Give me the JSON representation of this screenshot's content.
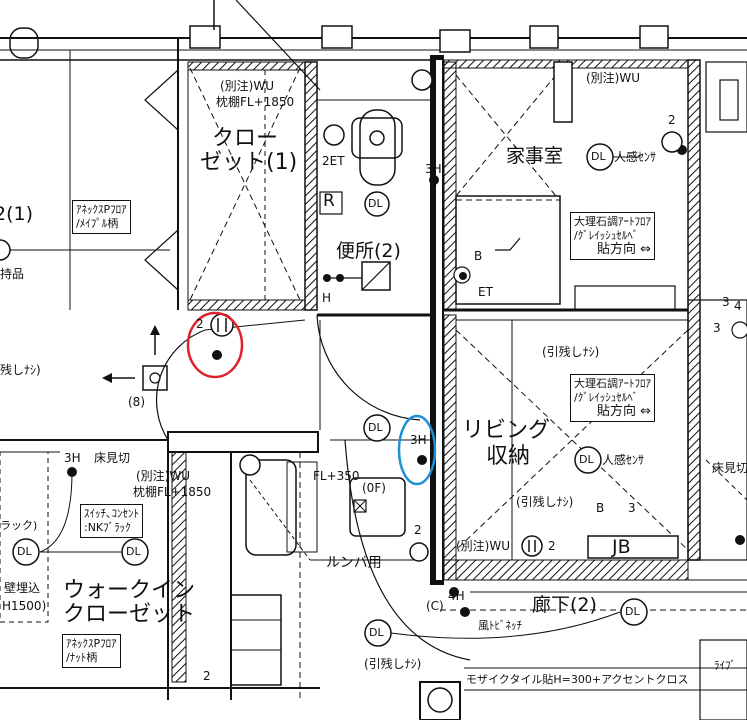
{
  "rooms": {
    "closet1": [
      "クロー",
      "ゼット(1)"
    ],
    "toilet2": "便所(2)",
    "housework": "家事室",
    "living_storage": [
      "リビング",
      "収納"
    ],
    "walkin": [
      "ウォークイン",
      "クローゼット"
    ],
    "corridor2": "廊下(2)",
    "left_room_partial": "2(1)",
    "left_text_partial": "持品"
  },
  "notes": {
    "shelf_top": [
      "(別注)WU",
      "枕棚FL+1850"
    ],
    "shelf_mid": [
      "(別注)WU",
      "枕棚FL+1850"
    ],
    "wu_housework": "(別注)WU",
    "wu_corridor": "(別注)WU",
    "fl_350": "FL+350",
    "floor_cut": "床見切",
    "floor_cut_right": "床見切",
    "of_label": "(0F)",
    "roomba": "ルンバ用",
    "pull_none_1": "(引残しﾅｼ)",
    "pull_none_2": "(引残しﾅｼ)",
    "pull_none_3": "(引残しﾅｼ)",
    "pull_none_left": "残しﾅｼ)",
    "wall_embed": "壁埋込",
    "wall_h": "H1500)",
    "wind_bath": "風ﾄﾋﾞﾈｯﾁ",
    "mosaic": "モザイクタイル貼H=300+アクセントクロス",
    "ref_8": "(8)",
    "ref_c": "(C)",
    "h_label": "H",
    "h4_label": "4H",
    "h3_a": "3H",
    "h3_b": "3H",
    "h3_c": "3H",
    "et_1": "2ET",
    "et_2": "ET",
    "b_1": "B",
    "b_2": "B",
    "n2_a": "2",
    "n2_b": "2",
    "n2_c": "2",
    "n2_d": "2",
    "n2_e": "2",
    "n3_a": "3",
    "n3_b": "3",
    "n3_c": "3",
    "n4": "4",
    "r_label": "R",
    "jb": "JB",
    "raifu": "ﾗｲﾌﾞ",
    "rakku": "ラック)"
  },
  "sensors": {
    "human_1": "人感ｾﾝｻ",
    "human_2": "人感ｾﾝｻ",
    "dl": "DL"
  },
  "spec_boxes": {
    "annex_maple": [
      "ｱﾈｯｸｽPﾌﾛｱ",
      "/ﾒｲﾌﾟﾙ柄"
    ],
    "annex_nut": [
      "ｱﾈｯｸｽPﾌﾛｱ",
      "/ﾅｯﾄ柄"
    ],
    "switch": [
      "ｽｲｯﾁ､ｺﾝｾﾝﾄ",
      ":NKﾌﾞﾗｯｸ"
    ],
    "marble_1": [
      "大理石調ｱｰﾄﾌﾛｱ",
      "/ｸﾞﾚｲｯｼｭｾﾙﾍﾞ",
      "貼方向 ⇔"
    ],
    "marble_2": [
      "大理石調ｱｰﾄﾌﾛｱ",
      "/ｸﾞﾚｲｯｼｭｾﾙﾍﾞ",
      "貼方向 ⇔"
    ]
  },
  "colors": {
    "line": "#111111",
    "highlight_red": "#e0202a",
    "highlight_blue": "#1e90d6"
  }
}
